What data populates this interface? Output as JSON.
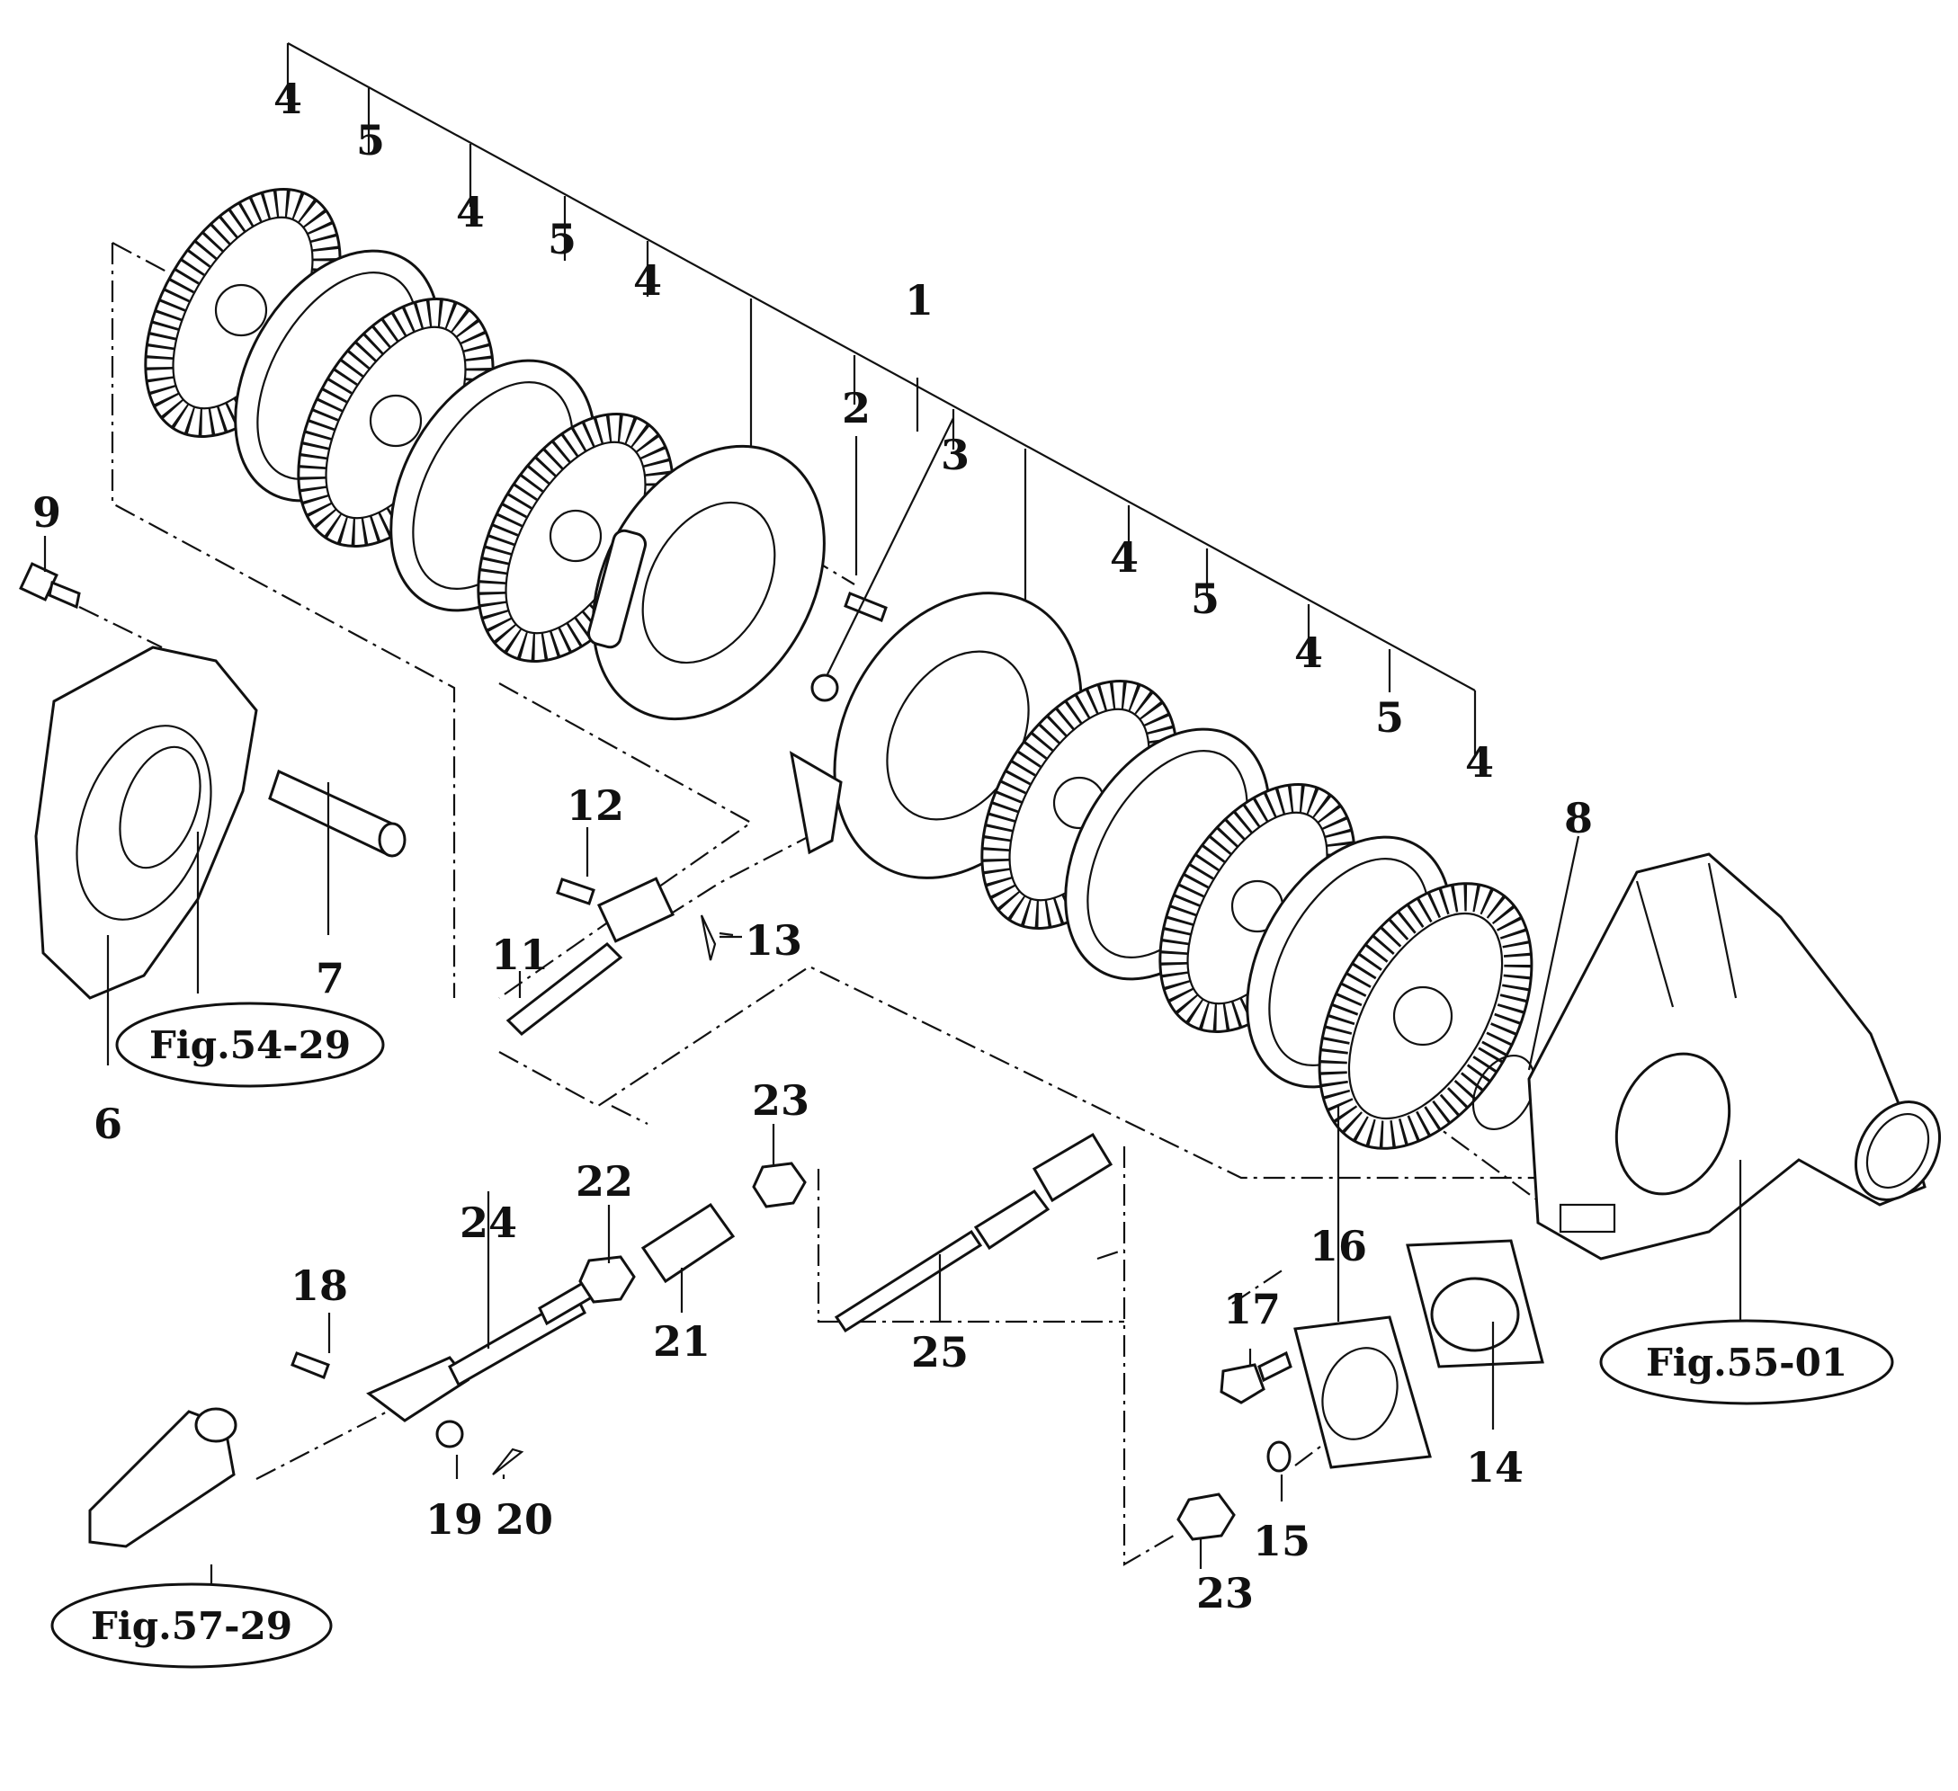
{
  "callouts": [
    {
      "id": "1",
      "text": "1"
    },
    {
      "id": "2",
      "text": "2"
    },
    {
      "id": "3",
      "text": "3"
    },
    {
      "id": "4a",
      "text": "4"
    },
    {
      "id": "4b",
      "text": "4"
    },
    {
      "id": "4c",
      "text": "4"
    },
    {
      "id": "4d",
      "text": "4"
    },
    {
      "id": "4e",
      "text": "4"
    },
    {
      "id": "4f",
      "text": "4"
    },
    {
      "id": "5a",
      "text": "5"
    },
    {
      "id": "5b",
      "text": "5"
    },
    {
      "id": "5c",
      "text": "5"
    },
    {
      "id": "5d",
      "text": "5"
    },
    {
      "id": "6",
      "text": "6"
    },
    {
      "id": "7",
      "text": "7"
    },
    {
      "id": "8",
      "text": "8"
    },
    {
      "id": "9",
      "text": "9"
    },
    {
      "id": "11",
      "text": "11"
    },
    {
      "id": "12",
      "text": "12"
    },
    {
      "id": "13",
      "text": "13"
    },
    {
      "id": "14",
      "text": "14"
    },
    {
      "id": "15",
      "text": "15"
    },
    {
      "id": "16",
      "text": "16"
    },
    {
      "id": "17",
      "text": "17"
    },
    {
      "id": "18",
      "text": "18"
    },
    {
      "id": "19",
      "text": "19"
    },
    {
      "id": "20",
      "text": "20"
    },
    {
      "id": "21",
      "text": "21"
    },
    {
      "id": "22",
      "text": "22"
    },
    {
      "id": "23a",
      "text": "23"
    },
    {
      "id": "23b",
      "text": "23"
    },
    {
      "id": "24",
      "text": "24"
    },
    {
      "id": "25",
      "text": "25"
    }
  ],
  "figure_refs": [
    {
      "id": "fig54",
      "text": "Fig.54-29"
    },
    {
      "id": "fig55",
      "text": "Fig.55-01"
    },
    {
      "id": "fig57",
      "text": "Fig.57-29"
    }
  ]
}
